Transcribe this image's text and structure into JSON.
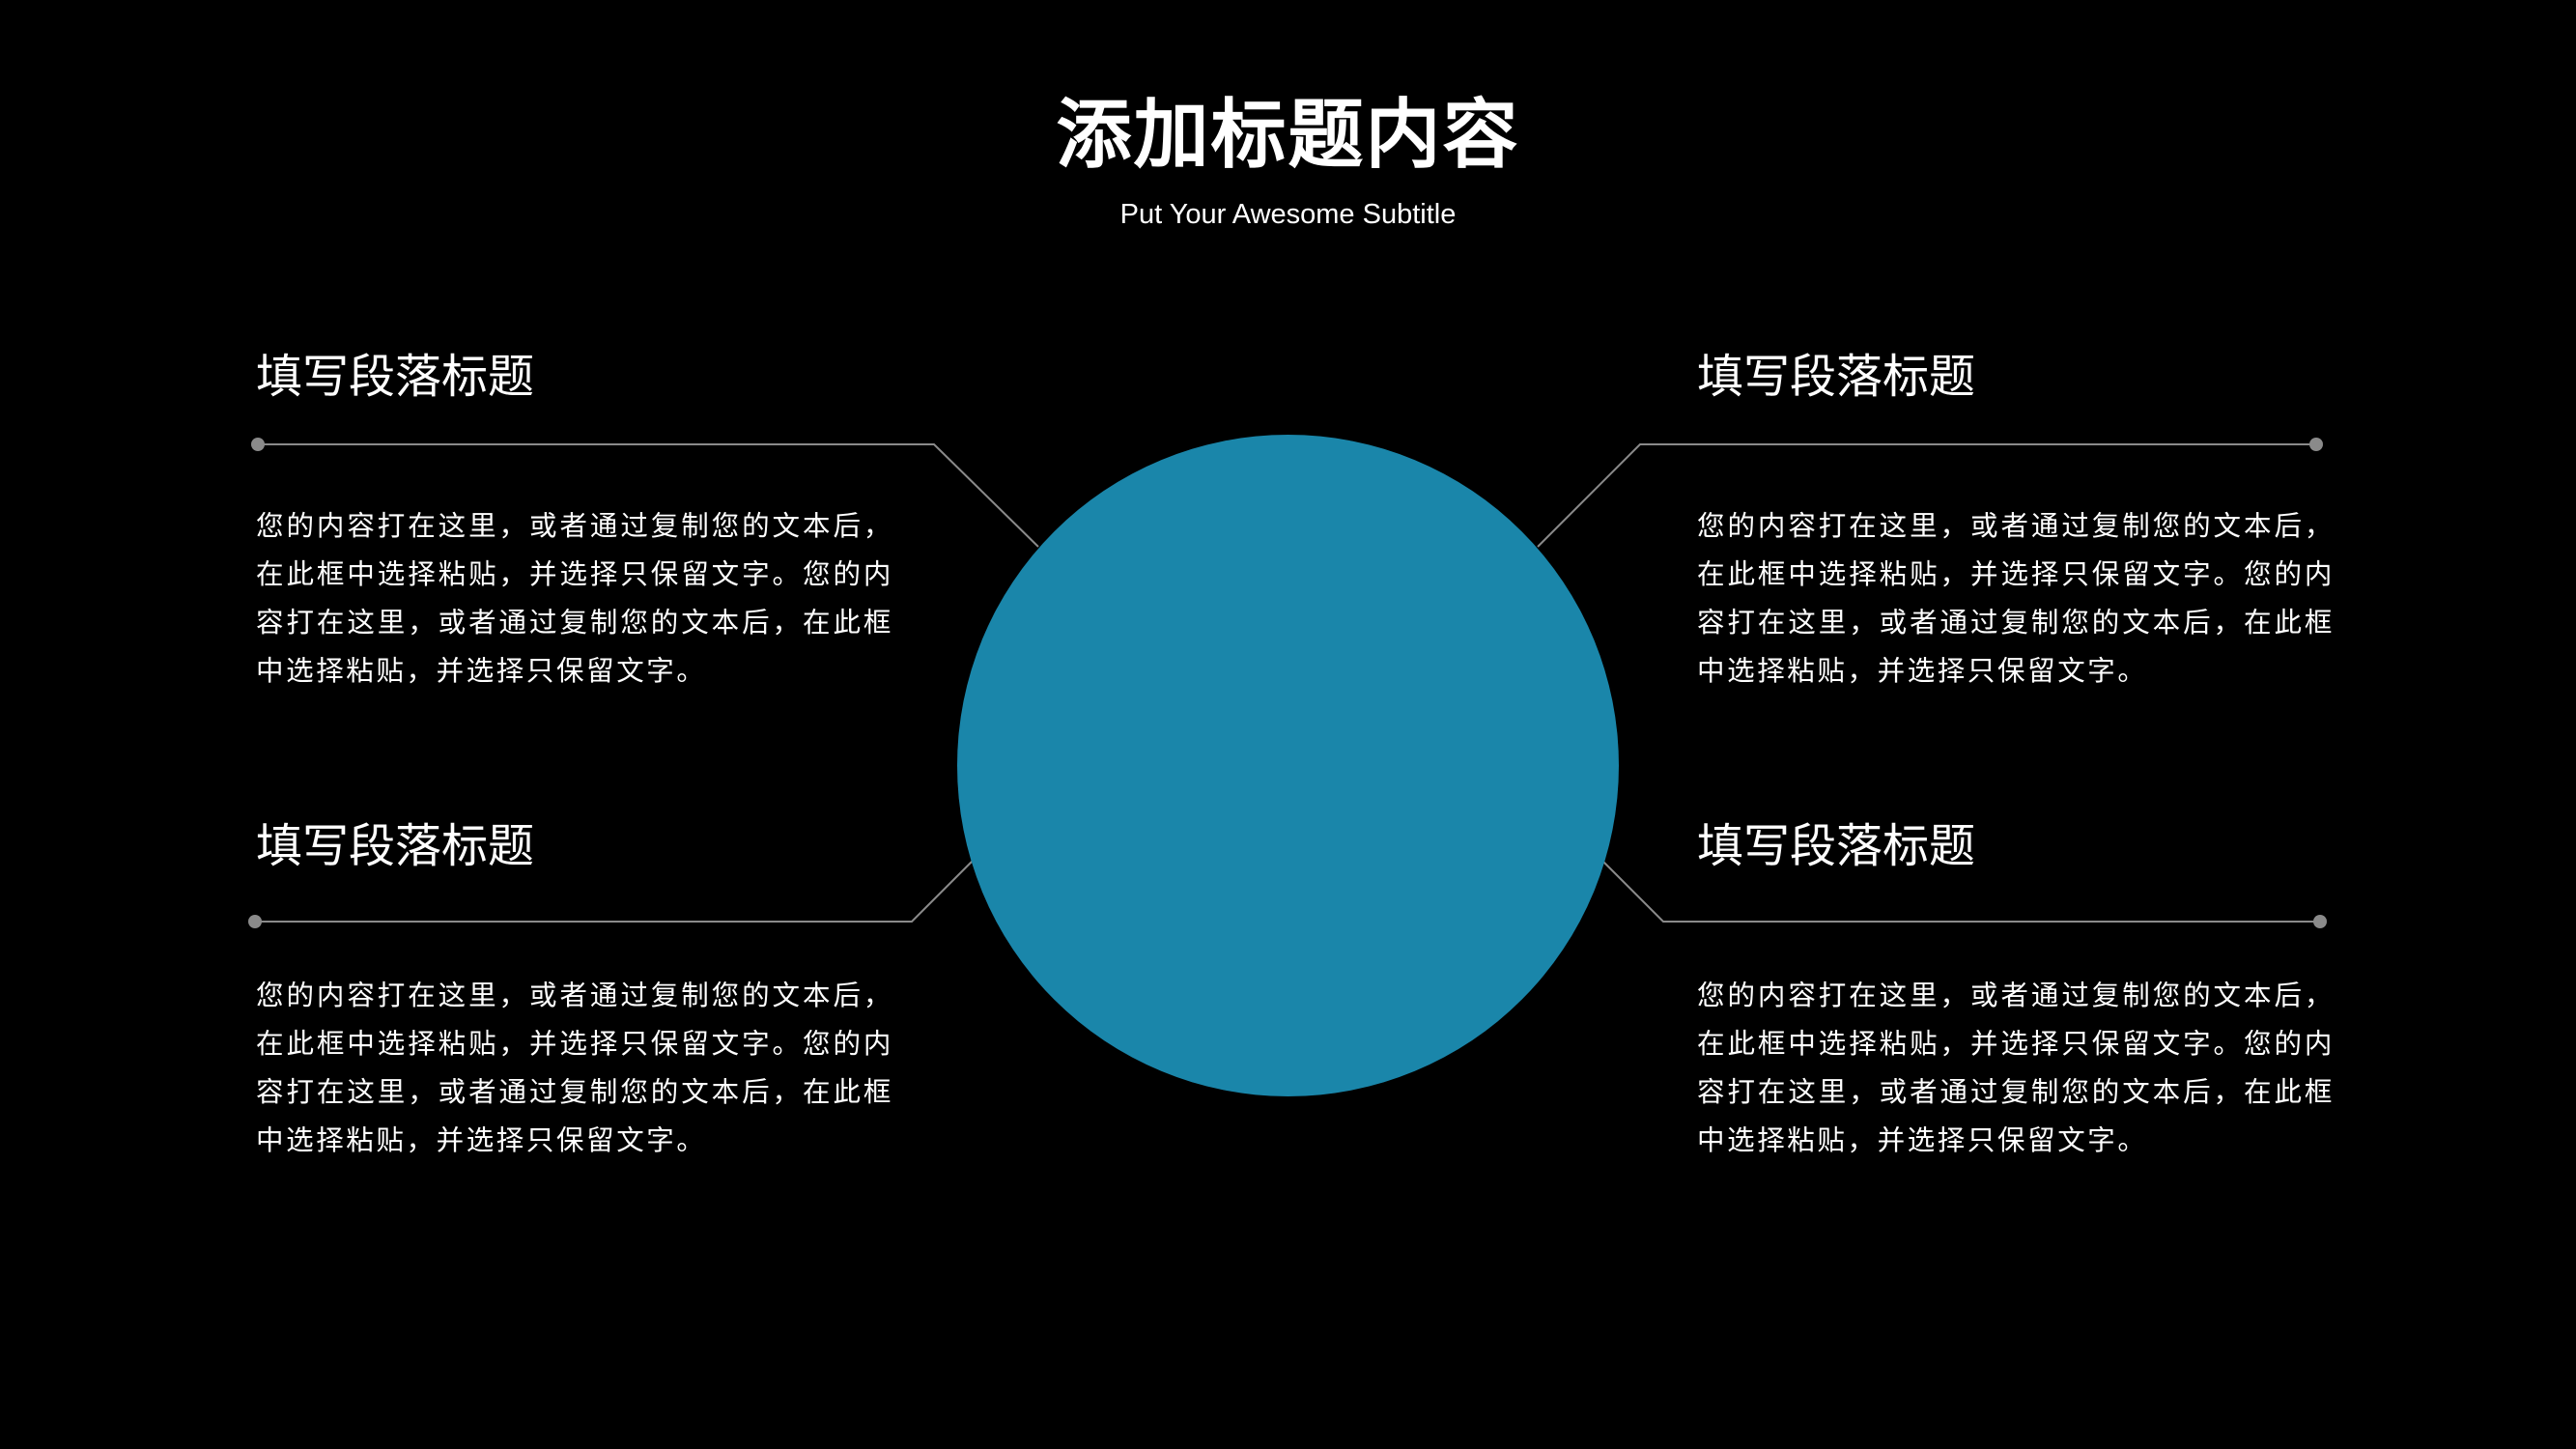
{
  "header": {
    "title": "添加标题内容",
    "subtitle": "Put Your Awesome Subtitle"
  },
  "blocks": [
    {
      "heading": "填写段落标题",
      "body": "您的内容打在这里，或者通过复制您的文本后，在此框中选择粘贴，并选择只保留文字。您的内容打在这里，或者通过复制您的文本后，在此框中选择粘贴，并选择只保留文字。"
    },
    {
      "heading": "填写段落标题",
      "body": "您的内容打在这里，或者通过复制您的文本后，在此框中选择粘贴，并选择只保留文字。您的内容打在这里，或者通过复制您的文本后，在此框中选择粘贴，并选择只保留文字。"
    },
    {
      "heading": "填写段落标题",
      "body": "您的内容打在这里，或者通过复制您的文本后，在此框中选择粘贴，并选择只保留文字。您的内容打在这里，或者通过复制您的文本后，在此框中选择粘贴，并选择只保留文字。"
    },
    {
      "heading": "填写段落标题",
      "body": "您的内容打在这里，或者通过复制您的文本后，在此框中选择粘贴，并选择只保留文字。您的内容打在这里，或者通过复制您的文本后，在此框中选择粘贴，并选择只保留文字。"
    }
  ],
  "colors": {
    "background": "#000000",
    "circle": "#1a86aa",
    "line": "#8a8a8a",
    "text": "#ffffff"
  }
}
